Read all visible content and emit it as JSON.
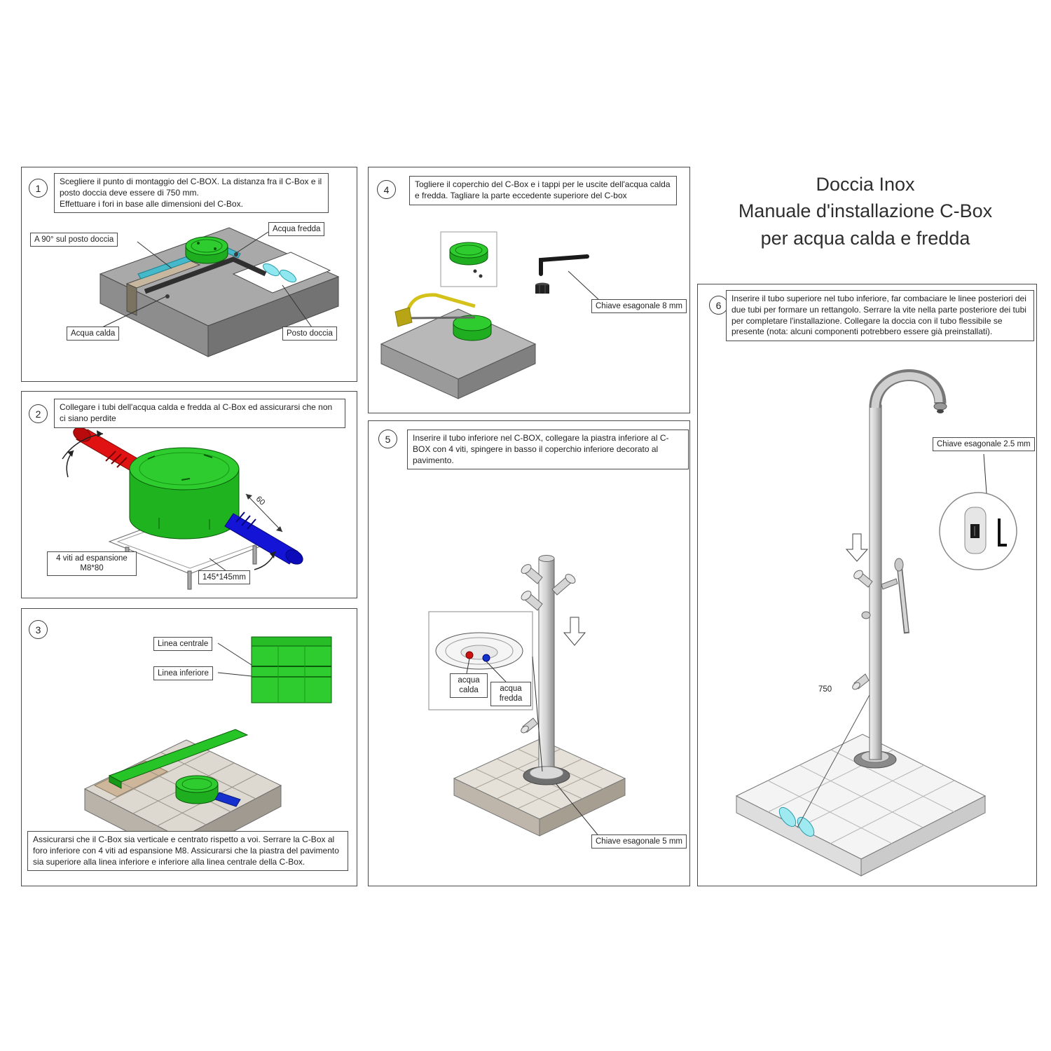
{
  "title": {
    "line1": "Doccia Inox",
    "line2": "Manuale d'installazione C-Box",
    "line3": "per acqua calda e fredda"
  },
  "colors": {
    "cbox_green": "#2ecc2e",
    "hot_red": "#e11212",
    "cold_blue": "#1414d6",
    "slab_gray": "#a9a9a9",
    "footprint_cyan": "#8fe7ef"
  },
  "steps": {
    "s1": {
      "number": "1",
      "instruction": "Scegliere il punto di montaggio del C-BOX. La distanza fra il C-Box e il posto doccia deve essere di 750 mm.\nEffettuare i fori in base alle dimensioni del C-Box.",
      "labels": {
        "acqua_fredda": "Acqua fredda",
        "a90": "A 90° sul posto doccia",
        "acqua_calda": "Acqua calda",
        "posto_doccia": "Posto doccia"
      }
    },
    "s2": {
      "number": "2",
      "instruction": "Collegare i tubi dell'acqua calda e fredda al C-Box ed assicurarsi che non ci siano perdite",
      "labels": {
        "viti": "4 viti ad espansione\nM8*80",
        "dim145": "145*145mm",
        "dim60": "60"
      }
    },
    "s3": {
      "number": "3",
      "instruction": "Assicurarsi che il C-Box sia verticale e centrato rispetto a voi. Serrare la C-Box al foro inferiore con 4 viti ad espansione M8. Assicurarsi che la piastra del pavimento sia superiore alla linea inferiore e inferiore alla linea centrale della C-Box.",
      "labels": {
        "linea_centrale": "Linea centrale",
        "linea_inferiore": "Linea inferiore"
      }
    },
    "s4": {
      "number": "4",
      "instruction": "Togliere il coperchio del C-Box e i tappi per le uscite dell'acqua calda e fredda. Tagliare la parte eccedente superiore del C-box",
      "labels": {
        "chiave8": "Chiave esagonale 8 mm"
      }
    },
    "s5": {
      "number": "5",
      "instruction": "Inserire il tubo inferiore nel C-BOX, collegare la piastra inferiore al C-BOX con 4 viti, spingere in basso il coperchio inferiore decorato al pavimento.",
      "labels": {
        "acqua_calda": "acqua calda",
        "acqua_fredda": "acqua fredda",
        "chiave5": "Chiave esagonale 5 mm"
      }
    },
    "s6": {
      "number": "6",
      "instruction": "Inserire il tubo superiore nel tubo inferiore, far combaciare le linee posteriori dei due tubi per formare un rettangolo. Serrare la vite nella parte posteriore dei tubi per completare l'installazione. Collegare la doccia con il tubo flessibile se presente (nota: alcuni componenti potrebbero essere già preinstallati).",
      "labels": {
        "chiave25": "Chiave esagonale 2.5 mm",
        "dim750": "750"
      }
    }
  }
}
